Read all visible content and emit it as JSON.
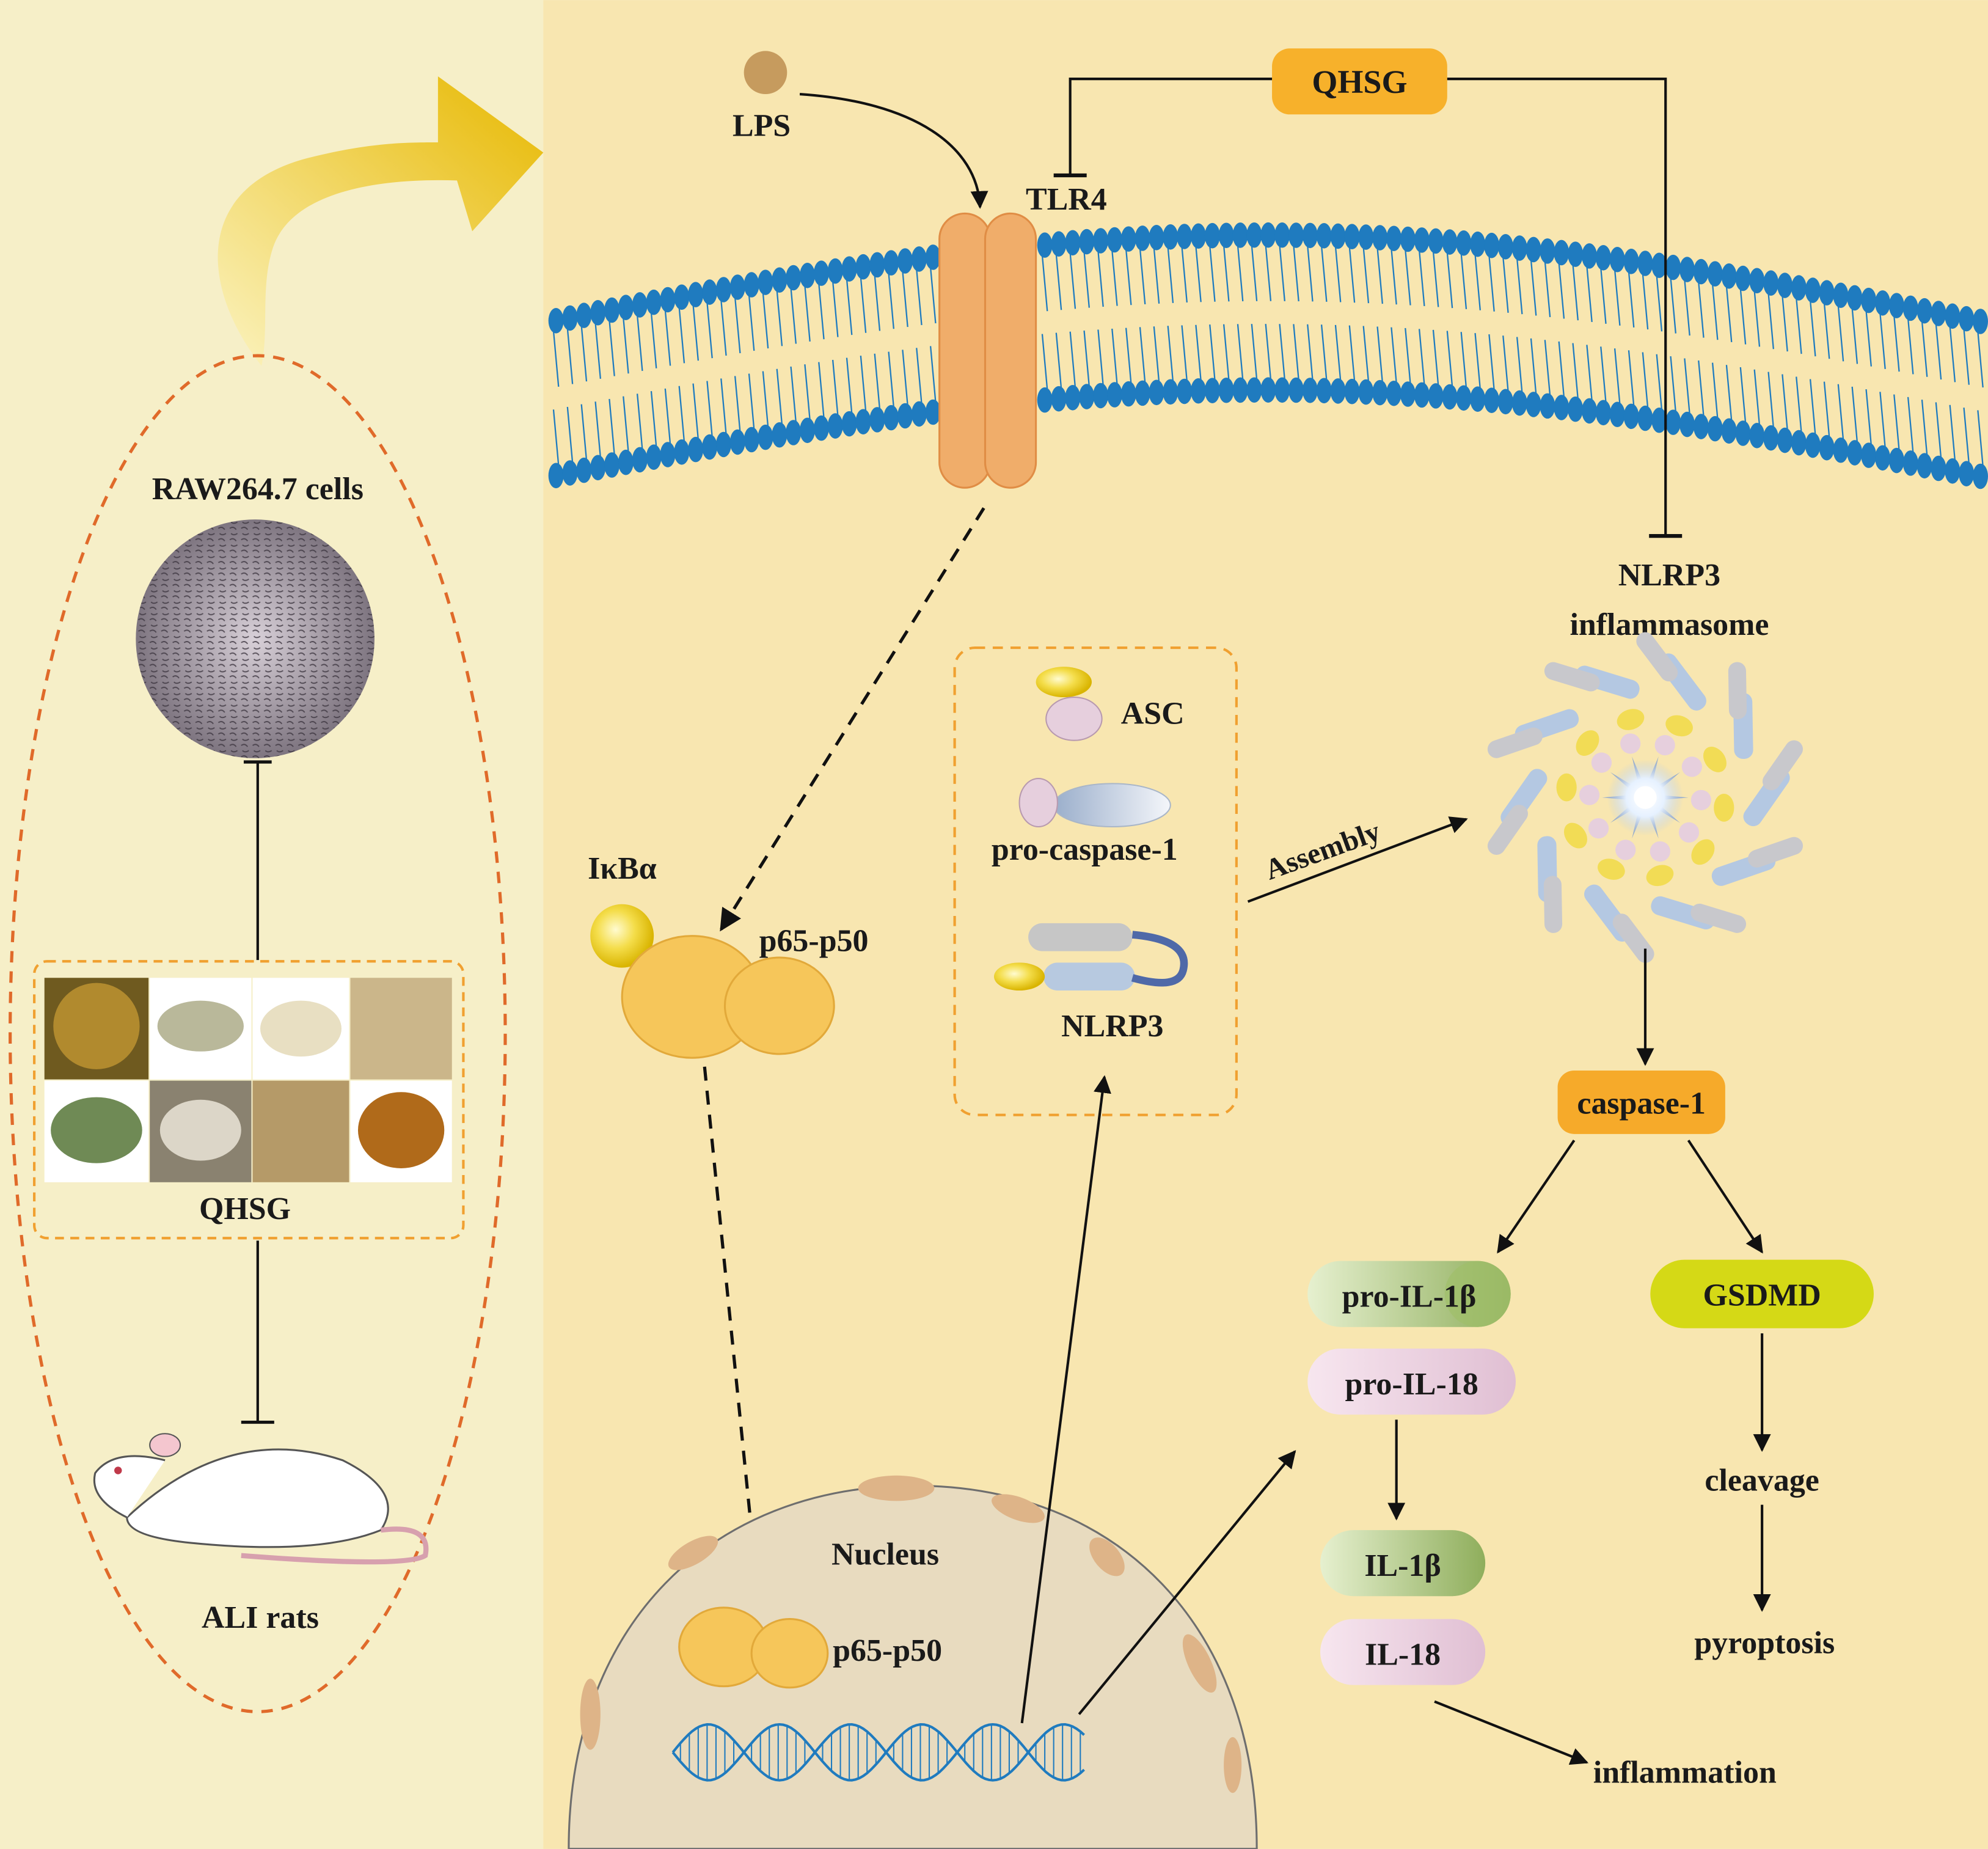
{
  "colors": {
    "left_panel": "#f6efc8",
    "right_panel": "#f8e6b0",
    "membrane": "#1f7bbf",
    "receptor": "#f0ad6a",
    "protein_yellow": "#f6c65a",
    "qhsg_box": "#f7b12b",
    "caspase_box": "#f6aa2a",
    "gsdmd_box": "#d5d916",
    "dashed_border": "#e06a2a",
    "herb_dashed": "#f0a030",
    "il1b_green": "#9fbf6a",
    "il18_pink": "#e8c8dc",
    "nucleus": "#e8dbbf"
  },
  "icons": {
    "lps": "lps-particle-icon",
    "arrow": "curved-yellow-arrow-icon",
    "cells": "raw264-micrograph-icon",
    "herbs": "herb-photo-grid-icon",
    "rat": "rat-drawing-icon",
    "dna": "dna-helix-icon",
    "inflammasome": "inflammasome-wheel-icon"
  },
  "labels": {
    "raw_cells": "RAW264.7 cells",
    "qhsg_left": "QHSG",
    "ali_rats": "ALI rats",
    "lps": "LPS",
    "qhsg_top": "QHSG",
    "tlr4": "TLR4",
    "nlrp3_title_1": "NLRP3",
    "nlrp3_title_2": "inflammasome",
    "asc": "ASC",
    "pro_caspase": "pro-caspase-1",
    "nlrp3": "NLRP3",
    "assembly": "Assembly",
    "ikba": "IκBα",
    "p65_top": "p65-p50",
    "nucleus": "Nucleus",
    "p65_nucleus": "p65-p50",
    "caspase1": "caspase-1",
    "pro_il1b": "pro-IL-1β",
    "pro_il18": "pro-IL-18",
    "il1b": "IL-1β",
    "il18": "IL-18",
    "gsdmd": "GSDMD",
    "cleavage": "cleavage",
    "pyroptosis": "pyroptosis",
    "inflammation": "inflammation"
  }
}
